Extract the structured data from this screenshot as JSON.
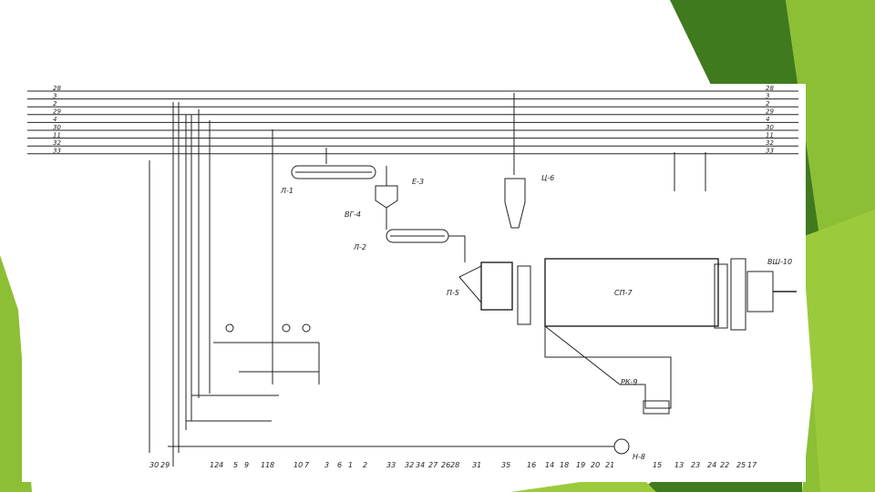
{
  "theme": {
    "green_dark": "#3f7a1f",
    "green_mid": "#6fae2a",
    "green_light": "#9bcb3c",
    "line": "#222222"
  },
  "diagram": {
    "lines_left": [
      "28",
      "3",
      "2",
      "29",
      "4",
      "30",
      "11",
      "32",
      "33"
    ],
    "lines_right": [
      "28",
      "3",
      "2",
      "29",
      "4",
      "30",
      "11",
      "32",
      "33"
    ],
    "equipment": {
      "l1": "Л-1",
      "e3": "Е-3",
      "vg4": "ВГ-4",
      "l2": "Л-2",
      "c6": "Ц-6",
      "p5": "П-5",
      "sp7": "СП-7",
      "vsh10": "ВШ-10",
      "rk9": "РК-9",
      "n8": "Н-8"
    },
    "bottom_numbers": [
      "30",
      "29",
      "12",
      "4",
      "5",
      "9",
      "11",
      "8",
      "10",
      "7",
      "3",
      "6",
      "1",
      "2",
      "33",
      "32",
      "34",
      "27",
      "26",
      "28",
      "31",
      "35",
      "16",
      "14",
      "18",
      "19",
      "20",
      "21",
      "15",
      "13",
      "23",
      "24",
      "22",
      "25",
      "17"
    ]
  }
}
